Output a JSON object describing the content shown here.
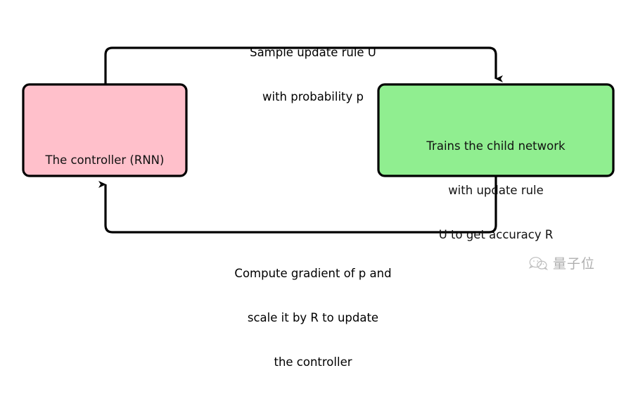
{
  "diagram": {
    "type": "flowchart-cycle",
    "nodes": [
      {
        "id": "controller",
        "label": "The controller (RNN)",
        "fill": "#FFC0CB",
        "stroke": "#000000"
      },
      {
        "id": "child",
        "label_line1": "Trains the child network",
        "label_line2": "with update rule",
        "label_line3": "U to get accuracy R",
        "fill": "#90EE90",
        "stroke": "#000000"
      }
    ],
    "edges": [
      {
        "id": "controller-to-child",
        "from": "controller",
        "to": "child",
        "caption_line1": "Sample update rule U",
        "caption_line2": "with probability p",
        "arrow": "arrow-down-icon"
      },
      {
        "id": "child-to-controller",
        "from": "child",
        "to": "controller",
        "caption_line1": "Compute gradient of p and",
        "caption_line2": "scale it by R to update",
        "caption_line3": "the controller",
        "arrow": "arrow-up-icon"
      }
    ]
  },
  "watermark": {
    "icon": "wechat-icon",
    "text": "量子位"
  }
}
